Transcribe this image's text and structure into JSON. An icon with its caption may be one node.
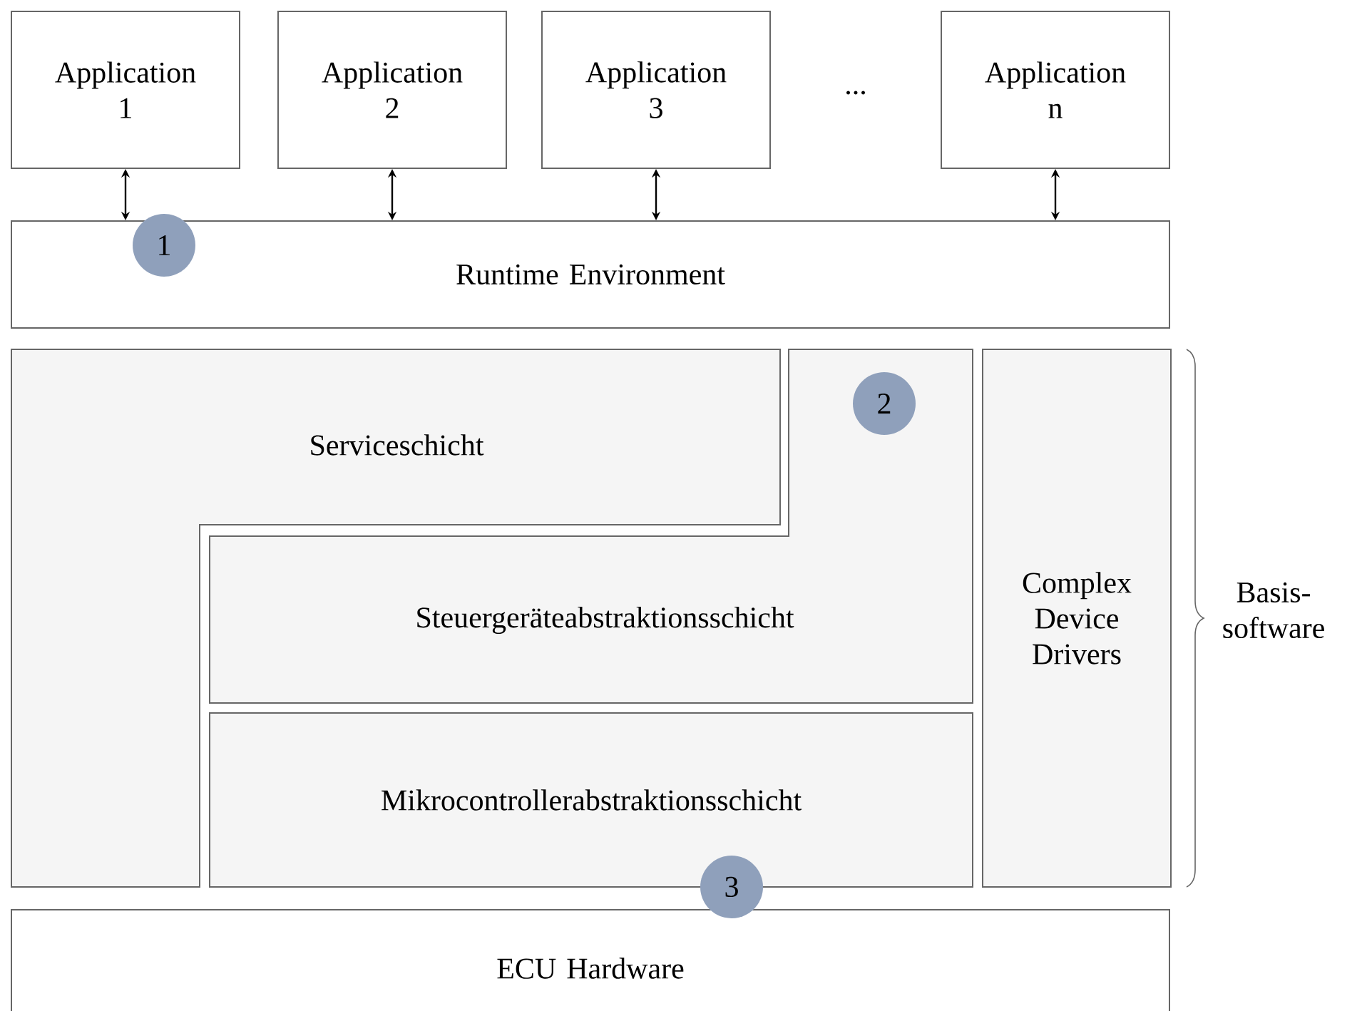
{
  "diagram": {
    "nodes": [
      {
        "text": [
          "Application 1"
        ]
      },
      {
        "text": [
          "Application 2"
        ]
      },
      {
        "text": [
          "Application 3"
        ]
      },
      {
        "text": [
          "Application n"
        ]
      },
      {
        "text": [
          "Runtime Environment"
        ]
      },
      {
        "text": [
          "Serviceschicht"
        ]
      },
      {
        "text": [
          "Steuergeräteabstraktionsschicht"
        ]
      },
      {
        "text": [
          "Mikrocontrollerabstraktionsschicht"
        ]
      },
      {
        "text": [
          "Complex Device Drivers"
        ]
      },
      {
        "text": [
          "ECU Hardware"
        ]
      }
    ],
    "edges": [
      {
        "from": 0,
        "to": 4,
        "arrow": "both"
      },
      {
        "from": 1,
        "to": 4,
        "arrow": "both"
      },
      {
        "from": 2,
        "to": 4,
        "arrow": "both"
      },
      {
        "from": 3,
        "to": 4,
        "arrow": "both"
      }
    ],
    "labels": [
      "...",
      "1",
      "2",
      "Basis-software",
      "3"
    ]
  }
}
